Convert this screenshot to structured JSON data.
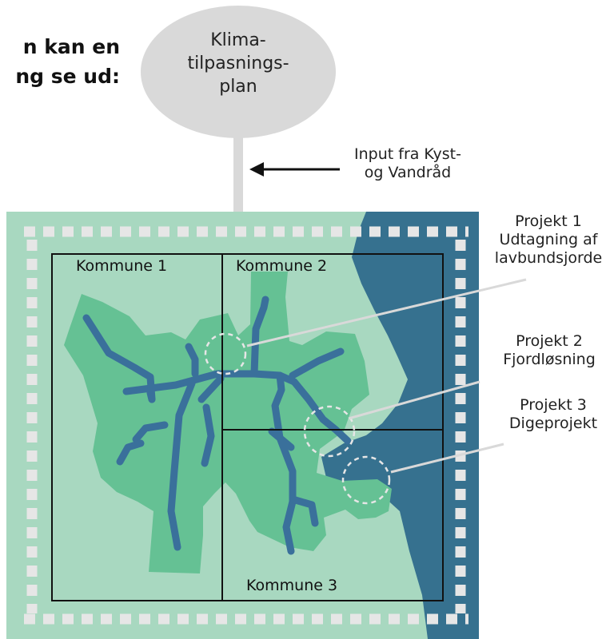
{
  "heading": {
    "line1": "n kan en",
    "line2": "ng se ud:"
  },
  "plan": {
    "line1": "Klima-",
    "line2": "tilpasnings-",
    "line3": "plan"
  },
  "input": {
    "line1": "Input fra Kyst-",
    "line2": "og Vandråd"
  },
  "municipalities": {
    "k1": "Kommune 1",
    "k2": "Kommune 2",
    "k3": "Kommune 3"
  },
  "projects": {
    "p1": {
      "line1": "Projekt 1",
      "line2": "Udtagning af",
      "line3": "lavbundsjorde"
    },
    "p2": {
      "line1": "Projekt 2",
      "line2": "Fjordløsning"
    },
    "p3": {
      "line1": "Projekt 3",
      "line2": "Digeprojekt"
    }
  },
  "colors": {
    "land_light": "#a8d8c0",
    "land_mid": "#65c194",
    "sea": "#36718f",
    "river": "#3a709b",
    "ellipse": "#d9d9d9",
    "dashes": "#e6e6e6"
  }
}
